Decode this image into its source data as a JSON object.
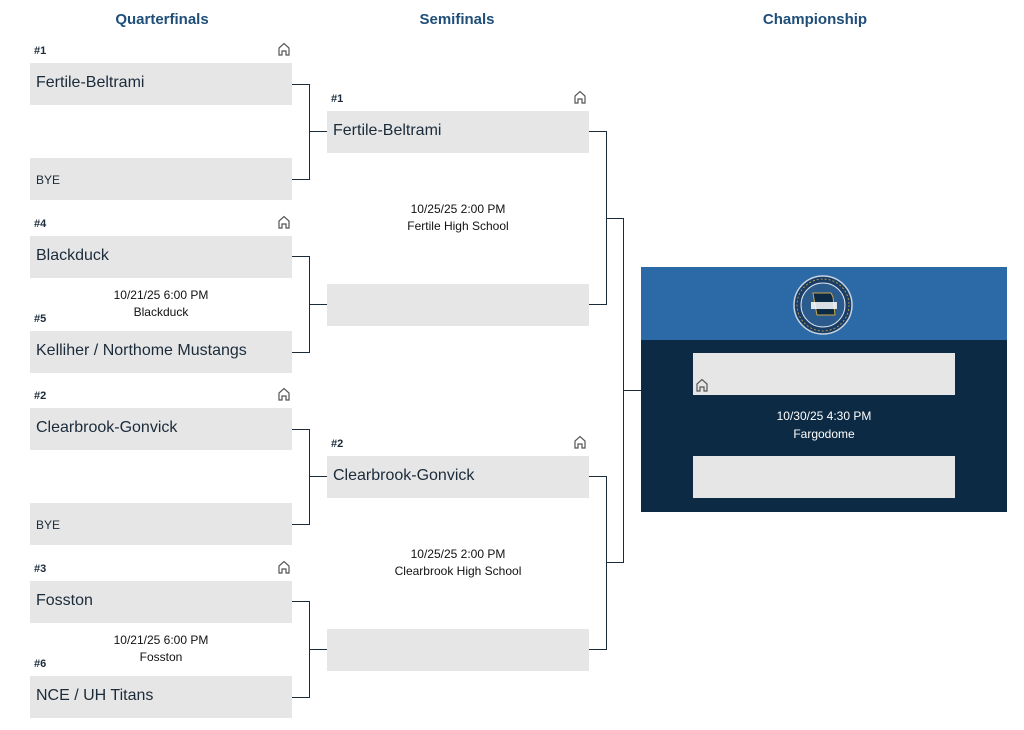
{
  "rounds": {
    "quarterfinals": "Quarterfinals",
    "semifinals": "Semifinals",
    "championship": "Championship"
  },
  "quarterfinals": {
    "game1": {
      "top_seed": "#1",
      "top_team": "Fertile-Beltrami",
      "bottom_team": "BYE"
    },
    "game2": {
      "top_seed": "#4",
      "top_team": "Blackduck",
      "bottom_seed": "#5",
      "bottom_team": "Kelliher / Northome Mustangs",
      "datetime": "10/21/25 6:00 PM",
      "location": "Blackduck"
    },
    "game3": {
      "top_seed": "#2",
      "top_team": "Clearbrook-Gonvick",
      "bottom_team": "BYE"
    },
    "game4": {
      "top_seed": "#3",
      "top_team": "Fosston",
      "bottom_seed": "#6",
      "bottom_team": "NCE / UH Titans",
      "datetime": "10/21/25 6:00 PM",
      "location": "Fosston"
    }
  },
  "semifinals": {
    "game1": {
      "top_seed": "#1",
      "top_team": "Fertile-Beltrami",
      "bottom_team": "",
      "datetime": "10/25/25 2:00 PM",
      "location": "Fertile High School"
    },
    "game2": {
      "top_seed": "#2",
      "top_team": "Clearbrook-Gonvick",
      "bottom_team": "",
      "datetime": "10/25/25 2:00 PM",
      "location": "Clearbrook High School"
    }
  },
  "championship": {
    "logo_icon": "mshsl-logo",
    "top_team": "",
    "bottom_team": "",
    "datetime": "10/30/25 4:30 PM",
    "location": "Fargodome"
  },
  "icons": {
    "home": "home-icon"
  },
  "colors": {
    "title": "#1f4e79",
    "slot": "#e6e6e6",
    "champ_bg": "#0c2a44",
    "champ_header": "#2b6aa6"
  }
}
